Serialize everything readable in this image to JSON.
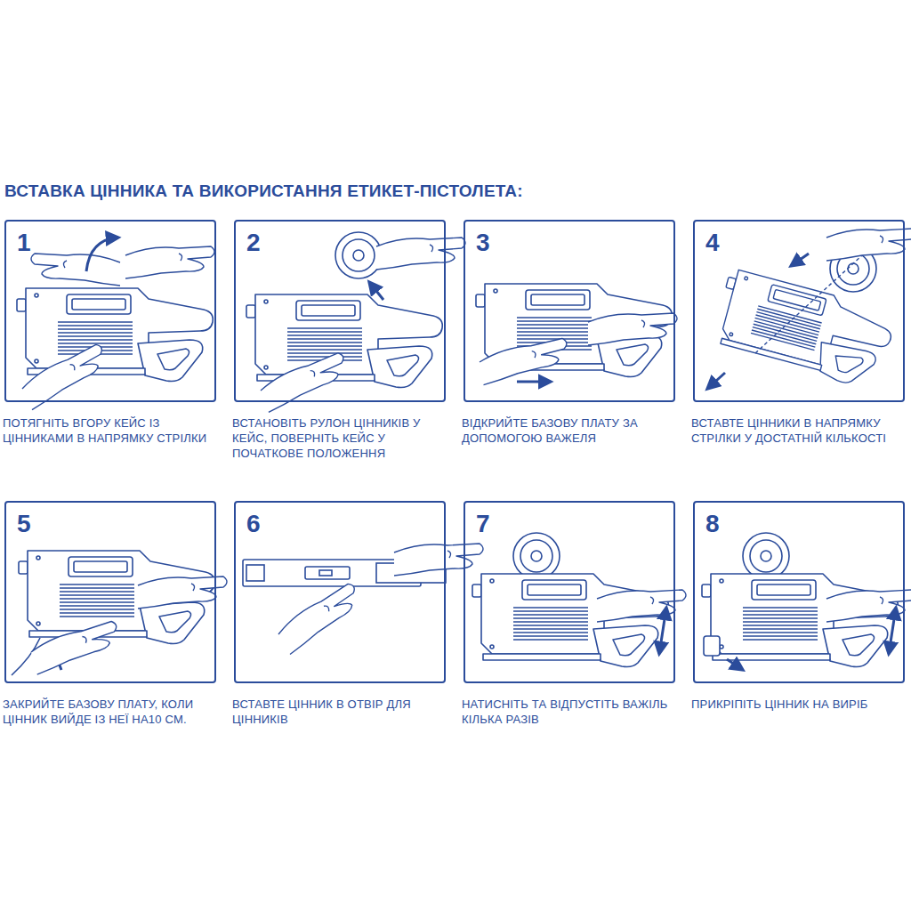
{
  "diagram": {
    "title": "ВСТАВКА ЦІННИКА ТА ВИКОРИСТАННЯ ЕТИКЕТ-ПІСТОЛЕТА:",
    "nodes": [
      {
        "text": [
          "1",
          "ПОТЯГНІТЬ ВГОРУ КЕЙС ІЗ ЦІННИКАМИ В НАПРЯМКУ СТРІЛКИ"
        ]
      },
      {
        "text": [
          "2",
          "ВСТАНОВІТЬ РУЛОН ЦІННИКІВ У КЕЙС, ПОВЕРНІТЬ КЕЙС У ПОЧАТКОВЕ ПОЛОЖЕННЯ"
        ]
      },
      {
        "text": [
          "3",
          "ВІДКРИЙТЕ БАЗОВУ ПЛАТУ ЗА ДОПОМОГОЮ ВАЖЕЛЯ"
        ]
      },
      {
        "text": [
          "4",
          "ВСТАВТЕ ЦІННИКИ В НАПРЯМКУ СТРІЛКИ У ДОСТАТНІЙ КІЛЬКОСТІ"
        ]
      },
      {
        "text": [
          "5",
          "ЗАКРИЙТЕ БАЗОВУ ПЛАТУ, КОЛИ ЦІННИК ВИЙДЕ ІЗ НЕЇ НА10 СМ."
        ]
      },
      {
        "text": [
          "6",
          "ВСТАВТЕ ЦІННИК В ОТВІР ДЛЯ ЦІННИКІВ"
        ]
      },
      {
        "text": [
          "7",
          "НАТИСНІТЬ ТА ВІДПУСТІТЬ ВАЖІЛЬ КІЛЬКА РАЗІВ"
        ]
      },
      {
        "text": [
          "8",
          "ПРИКРІПІТЬ ЦІННИК НА ВИРІБ"
        ]
      }
    ]
  }
}
